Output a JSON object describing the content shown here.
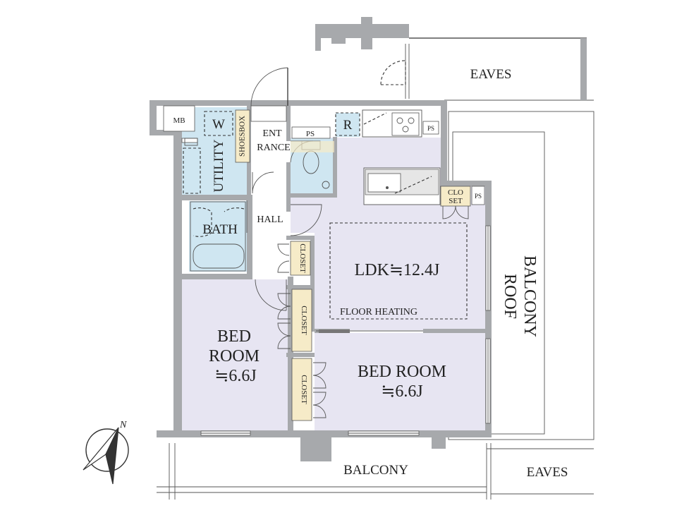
{
  "labels": {
    "eaves_top": "EAVES",
    "eaves_bottom": "EAVES",
    "mb": "MB",
    "w": "W",
    "shoesbox": "SHOESBOX",
    "entrance_1": "ENT",
    "entrance_2": "RANCE",
    "ps_toilet": "PS",
    "r": "R",
    "ps_kitchen": "PS",
    "ps_side": "PS",
    "utility": "UTILITY",
    "bath": "BATH",
    "hall": "HALL",
    "ldk": "LDK≒12.4J",
    "floor_heating": "FLOOR HEATING",
    "closet_ldk_1": "CLO",
    "closet_ldk_2": "SET",
    "closet_hall": "CLOSET",
    "closet_bed1": "CLOSET",
    "closet_bed2": "CLOSET",
    "bedroom_left_1": "BED",
    "bedroom_left_2": "ROOM",
    "bedroom_left_3": "≒6.6J",
    "bedroom_right_1": "BED ROOM",
    "bedroom_right_2": "≒6.6J",
    "roof_balcony_1": "ROOF",
    "roof_balcony_2": "BALCONY",
    "balcony": "BALCONY",
    "north": "N"
  },
  "icons": {
    "compass": "north-arrow-icon",
    "stove": "gas-stove-icon",
    "toilet": "toilet-icon",
    "sink": "kitchen-sink-icon",
    "bathtub": "bathtub-icon",
    "washbasin": "washbasin-icon"
  },
  "colors": {
    "wall": "#a7a9ac",
    "room": "#e7e5f2",
    "wet_area": "#cfe6f1",
    "closet": "#f6ebc8"
  }
}
